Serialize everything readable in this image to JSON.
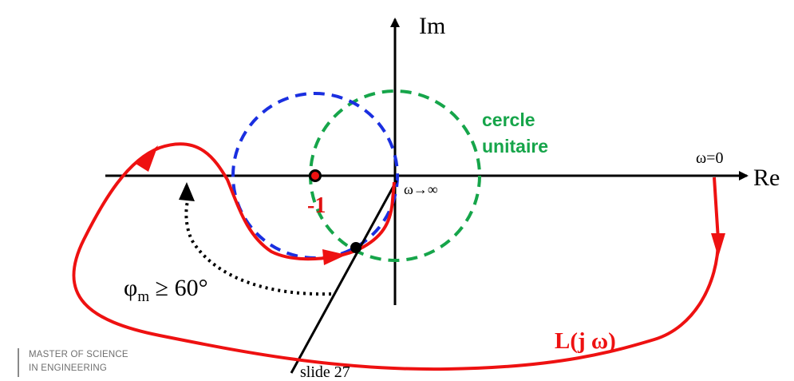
{
  "diagram": {
    "axis_imag_label": "Im",
    "axis_real_label": "Re",
    "critical_point_label": "-1",
    "unit_circle_label_line1": "cercle",
    "unit_circle_label_line2": "unitaire",
    "omega_zero_label": "ω=0",
    "omega_inf_label": "ω→∞",
    "phase_margin_label_phi": "φ",
    "phase_margin_label_sub": "m",
    "phase_margin_label_rest": " ≥ 60°",
    "curve_label": "L(j ω)",
    "slide_label": "slide 27",
    "colors": {
      "axes": "#000000",
      "curve": "#ee1111",
      "unit_circle": "#16a54a",
      "margin_circle": "#1a2fe0",
      "critical_point_text": "#e01010"
    }
  },
  "footer": {
    "line1": "MASTER OF SCIENCE",
    "line2": "IN ENGINEERING"
  }
}
